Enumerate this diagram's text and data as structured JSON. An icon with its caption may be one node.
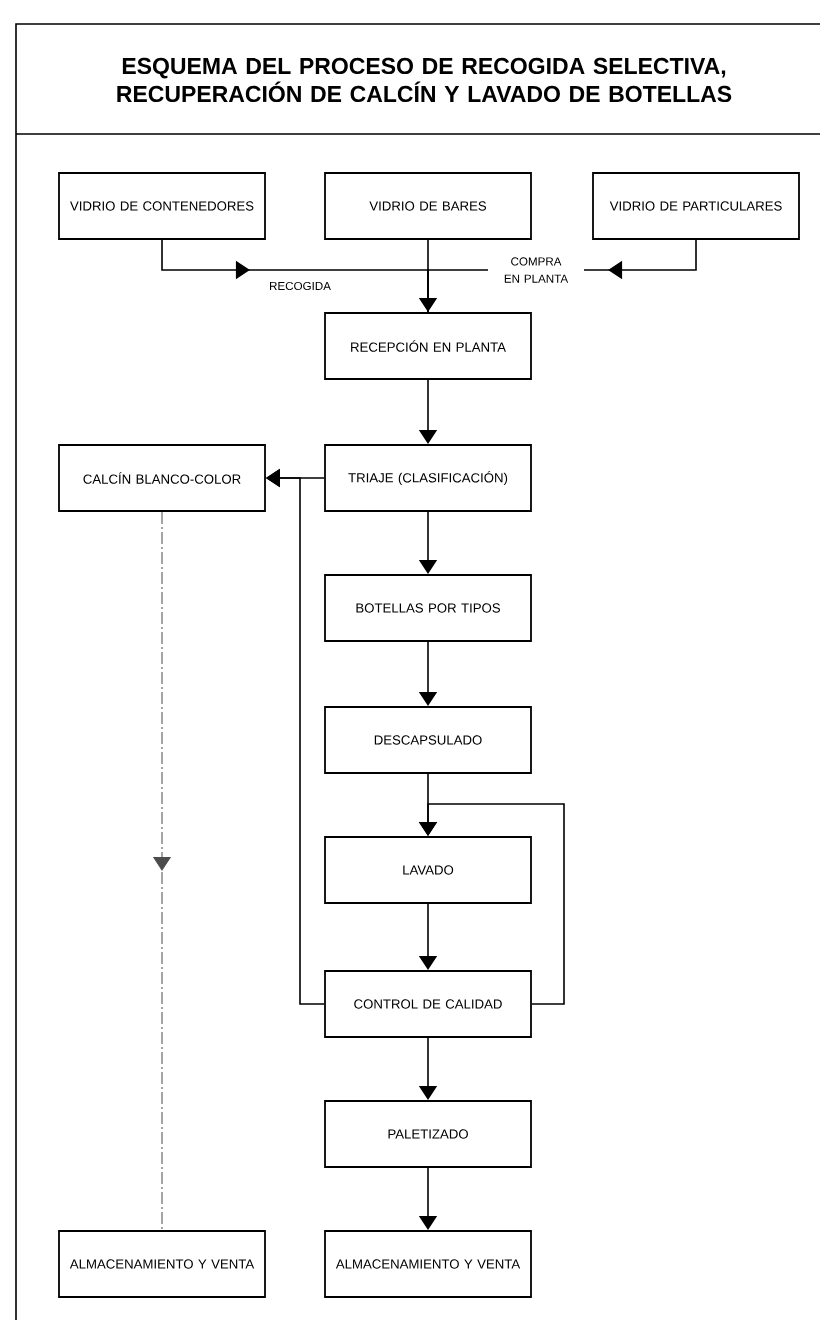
{
  "diagram": {
    "title": "ESQUEMA DEL PROCESO DE RECOGIDA SELECTIVA, RECUPERACIÓN DE CALCÍN Y LAVADO DE BOTELLAS",
    "nodes": [
      {
        "text": [
          "VIDRIO DE CONTENEDORES"
        ]
      },
      {
        "text": [
          "VIDRIO DE BARES"
        ]
      },
      {
        "text": [
          "VIDRIO DE PARTICULARES"
        ]
      },
      {
        "text": [
          "RECEPCIÓN EN PLANTA"
        ]
      },
      {
        "text": [
          "TRIAJE (CLASIFICACIÓN)"
        ]
      },
      {
        "text": [
          "CALCÍN BLANCO-COLOR"
        ]
      },
      {
        "text": [
          "BOTELLAS POR TIPOS"
        ]
      },
      {
        "text": [
          "DESCAPSULADO"
        ]
      },
      {
        "text": [
          "LAVADO"
        ]
      },
      {
        "text": [
          "CONTROL DE CALIDAD"
        ]
      },
      {
        "text": [
          "PALETIZADO"
        ]
      },
      {
        "text": [
          "ALMACENAMIENTO Y VENTA"
        ]
      },
      {
        "text": [
          "ALMACENAMIENTO Y VENTA"
        ]
      }
    ],
    "edges": [
      {
        "from": 0,
        "to": 3,
        "arrow": "to",
        "label": "RECOGIDA"
      },
      {
        "from": 1,
        "to": 3,
        "arrow": "to"
      },
      {
        "from": 2,
        "to": 3,
        "arrow": "to",
        "label": "COMPRA EN PLANTA"
      },
      {
        "from": 3,
        "to": 4,
        "arrow": "to"
      },
      {
        "from": 4,
        "to": 5,
        "arrow": "to"
      },
      {
        "from": 4,
        "to": 6,
        "arrow": "to"
      },
      {
        "from": 6,
        "to": 7,
        "arrow": "to"
      },
      {
        "from": 7,
        "to": 8,
        "arrow": "to"
      },
      {
        "from": 8,
        "to": 9,
        "arrow": "to"
      },
      {
        "from": 9,
        "to": 8,
        "arrow": "to"
      },
      {
        "from": 9,
        "to": 5,
        "arrow": "to"
      },
      {
        "from": 9,
        "to": 10,
        "arrow": "to"
      },
      {
        "from": 10,
        "to": 12,
        "arrow": "to"
      },
      {
        "from": 5,
        "to": 11,
        "arrow": "to",
        "style": "dashed"
      }
    ]
  }
}
